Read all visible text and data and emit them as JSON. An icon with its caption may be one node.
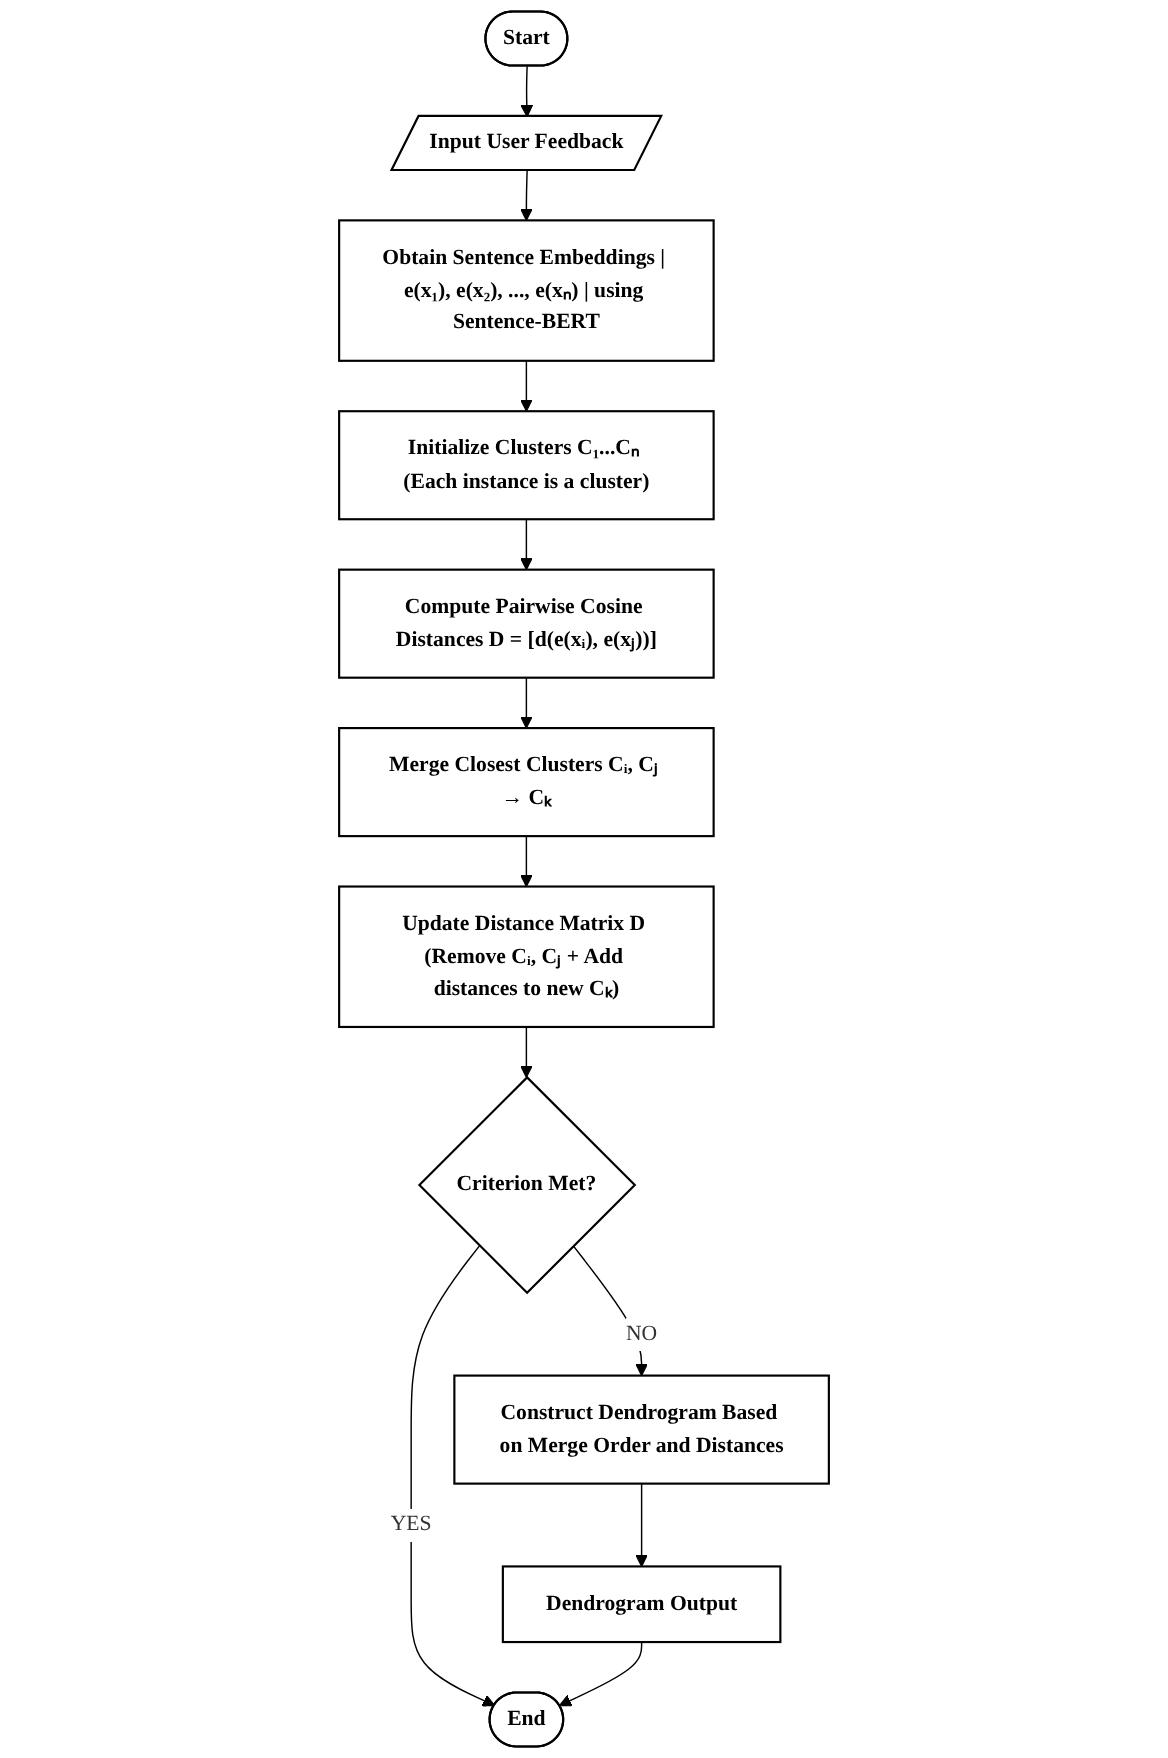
{
  "diagram": {
    "nodes": [
      {
        "text": [
          "Start"
        ]
      },
      {
        "text": [
          "Input User Feedback"
        ]
      },
      {
        "text": [
          "Obtain Sentence Embeddings | e(x₁), e(x₂), ..., e(xₙ) | using Sentence-BERT"
        ]
      },
      {
        "text": [
          "Initialize Clusters C₁...Cₙ (Each instance is a cluster)"
        ]
      },
      {
        "text": [
          "Compute Pairwise Cosine Distances D = [d(e(xᵢ), e(xⱼ))]"
        ]
      },
      {
        "text": [
          "Merge Closest Clusters Cᵢ, Cⱼ → Cₖ"
        ]
      },
      {
        "text": [
          "Update Distance Matrix D (Remove Cᵢ, Cⱼ + Add distances to new Cₖ)"
        ]
      },
      {
        "text": [
          "Criterion Met?"
        ]
      },
      {
        "text": [
          "Construct Dendrogram Based on Merge Order and Distances"
        ]
      },
      {
        "text": [
          "Dendrogram Output"
        ]
      },
      {
        "text": [
          "End"
        ]
      }
    ],
    "edges": [
      {
        "from": 0,
        "to": 1,
        "arrow": "to"
      },
      {
        "from": 1,
        "to": 2,
        "arrow": "to"
      },
      {
        "from": 2,
        "to": 3,
        "arrow": "to"
      },
      {
        "from": 3,
        "to": 4,
        "arrow": "to"
      },
      {
        "from": 4,
        "to": 5,
        "arrow": "to"
      },
      {
        "from": 5,
        "to": 6,
        "arrow": "to"
      },
      {
        "from": 6,
        "to": 7,
        "arrow": "to"
      },
      {
        "from": 7,
        "to": 8,
        "label": "NO",
        "arrow": "to"
      },
      {
        "from": 7,
        "to": 10,
        "label": "YES",
        "arrow": "to"
      },
      {
        "from": 8,
        "to": 9,
        "arrow": "to"
      },
      {
        "from": 9,
        "to": 10,
        "arrow": "to"
      }
    ]
  }
}
